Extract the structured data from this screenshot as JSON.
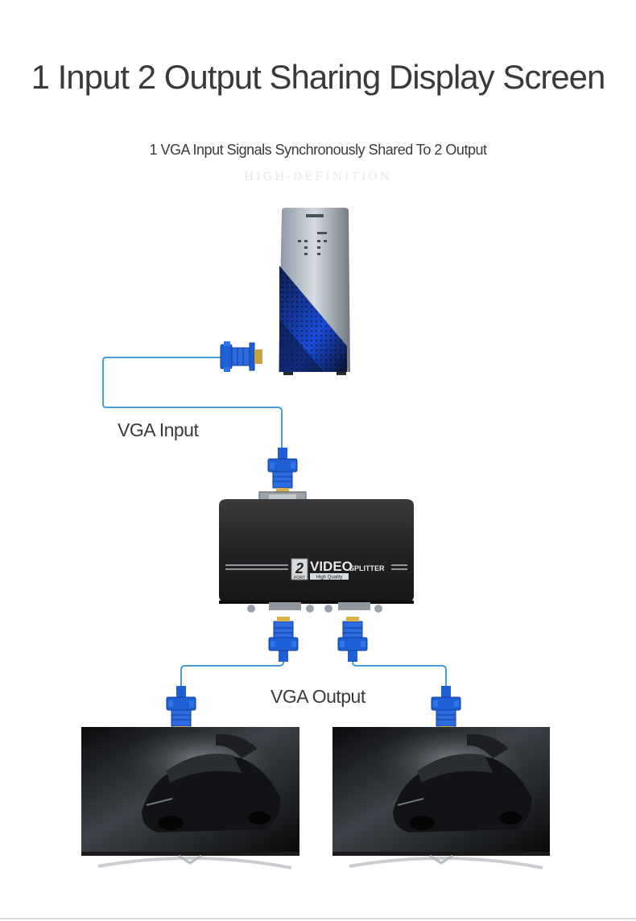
{
  "heading": "1 Input 2 Output Sharing Display Screen",
  "subheading": "1 VGA Input Signals Synchronously Shared To 2 Output",
  "watermark": "HIGH-DEFINITION",
  "labels": {
    "vga_input": "VGA Input",
    "vga_output": "VGA Output"
  },
  "splitter": {
    "badge_number": "2",
    "badge_port": "PORT",
    "brand_main": "VIDEO",
    "brand_sub": "SPLITTER",
    "quality": "High Quality"
  },
  "colors": {
    "cable": "#4a9ed8",
    "connector": "#1f5fd6",
    "device_body": "#2a2a2c"
  }
}
